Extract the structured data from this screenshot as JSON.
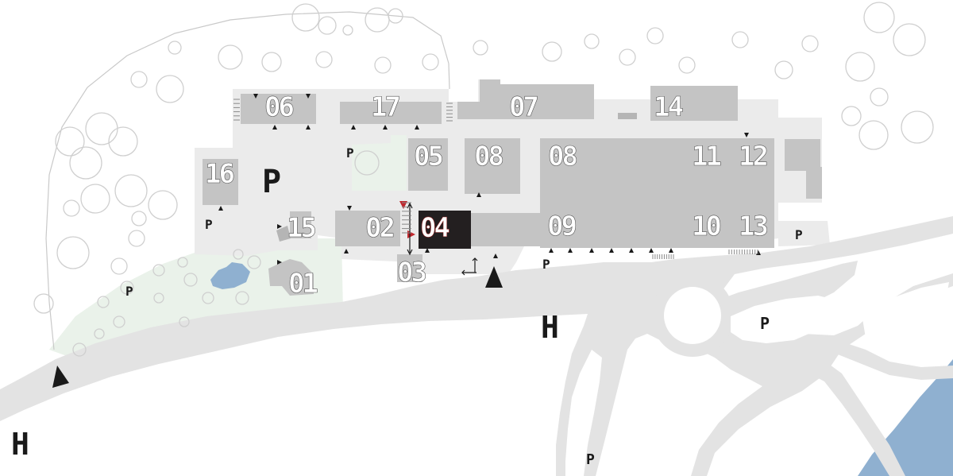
{
  "map": {
    "colors": {
      "building": "#c4c4c4",
      "highlight_building": "#231f20",
      "highlight_text": "#c0272d",
      "road": "#e3e3e3",
      "campus_ground": "#ebebeb",
      "park": "#eaf2ea",
      "pond": "#8fb0d0",
      "river": "#8fb0d0",
      "tree_outline": "#cfcfcf"
    },
    "buildings": [
      {
        "id": "b01",
        "label": "01",
        "highlighted": false
      },
      {
        "id": "b02",
        "label": "02",
        "highlighted": false
      },
      {
        "id": "b03",
        "label": "03",
        "highlighted": false
      },
      {
        "id": "b04",
        "label": "04",
        "highlighted": true
      },
      {
        "id": "b05",
        "label": "05",
        "highlighted": false
      },
      {
        "id": "b06",
        "label": "06",
        "highlighted": false
      },
      {
        "id": "b07",
        "label": "07",
        "highlighted": false
      },
      {
        "id": "b08a",
        "label": "08",
        "highlighted": false
      },
      {
        "id": "b08b",
        "label": "08",
        "highlighted": false
      },
      {
        "id": "b09",
        "label": "09",
        "highlighted": false
      },
      {
        "id": "b10",
        "label": "10",
        "highlighted": false
      },
      {
        "id": "b11",
        "label": "11",
        "highlighted": false
      },
      {
        "id": "b12",
        "label": "12",
        "highlighted": false
      },
      {
        "id": "b13",
        "label": "13",
        "highlighted": false
      },
      {
        "id": "b14",
        "label": "14",
        "highlighted": false
      },
      {
        "id": "b15",
        "label": "15",
        "highlighted": false
      },
      {
        "id": "b16",
        "label": "16",
        "highlighted": false
      },
      {
        "id": "b17",
        "label": "17",
        "highlighted": false
      }
    ],
    "parking_label": "P",
    "bus_stop_label": "H"
  }
}
